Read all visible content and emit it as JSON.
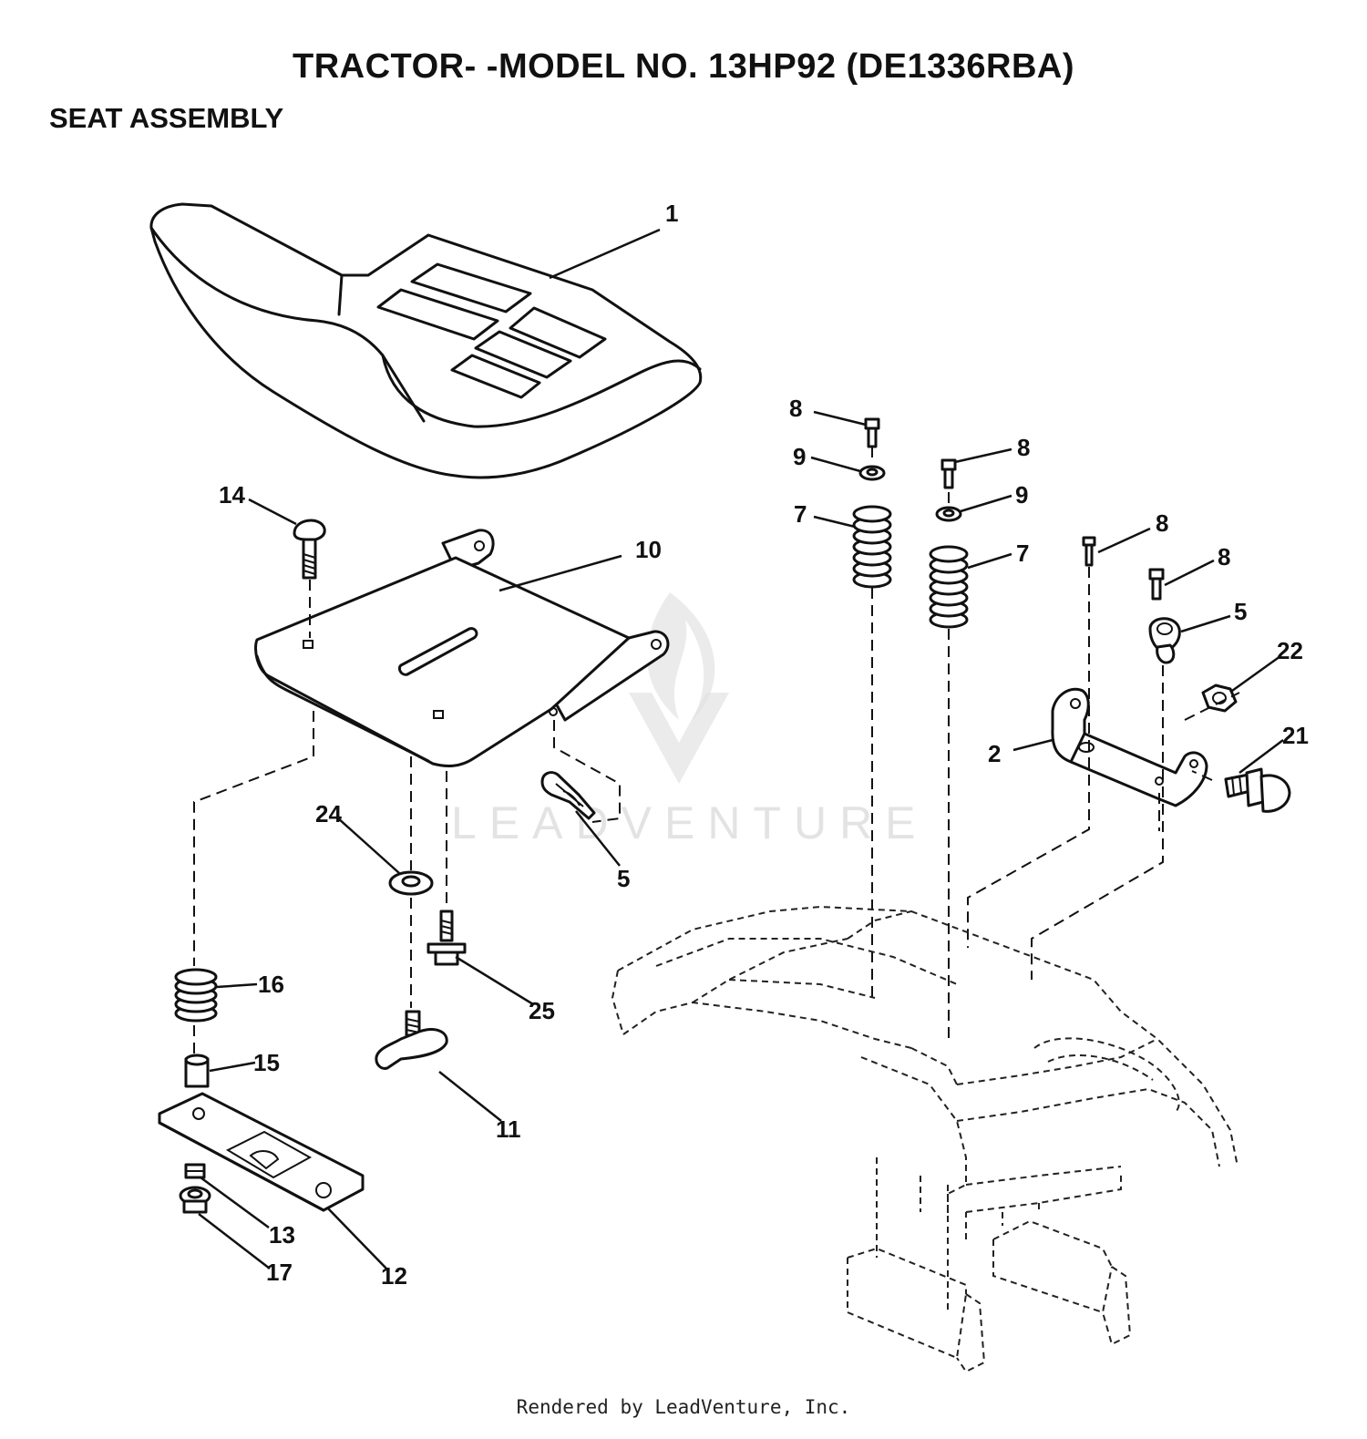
{
  "header": {
    "title": "TRACTOR- -MODEL NO. 13HP92 (DE1336RBA)",
    "subtitle": "SEAT ASSEMBLY"
  },
  "watermark": {
    "text": "LEADVENTURE"
  },
  "footer": {
    "text": "Rendered by LeadVenture, Inc."
  },
  "callouts": [
    {
      "id": "c1",
      "label": "1"
    },
    {
      "id": "c14",
      "label": "14"
    },
    {
      "id": "c10",
      "label": "10"
    },
    {
      "id": "c5a",
      "label": "5"
    },
    {
      "id": "c24",
      "label": "24"
    },
    {
      "id": "c25",
      "label": "25"
    },
    {
      "id": "c16",
      "label": "16"
    },
    {
      "id": "c15",
      "label": "15"
    },
    {
      "id": "c11",
      "label": "11"
    },
    {
      "id": "c13",
      "label": "13"
    },
    {
      "id": "c17",
      "label": "17"
    },
    {
      "id": "c12",
      "label": "12"
    },
    {
      "id": "c8a",
      "label": "8"
    },
    {
      "id": "c9a",
      "label": "9"
    },
    {
      "id": "c7a",
      "label": "7"
    },
    {
      "id": "c8b",
      "label": "8"
    },
    {
      "id": "c9b",
      "label": "9"
    },
    {
      "id": "c7b",
      "label": "7"
    },
    {
      "id": "c8c",
      "label": "8"
    },
    {
      "id": "c8d",
      "label": "8"
    },
    {
      "id": "c5b",
      "label": "5"
    },
    {
      "id": "c22",
      "label": "22"
    },
    {
      "id": "c2",
      "label": "2"
    },
    {
      "id": "c21",
      "label": "21"
    }
  ]
}
